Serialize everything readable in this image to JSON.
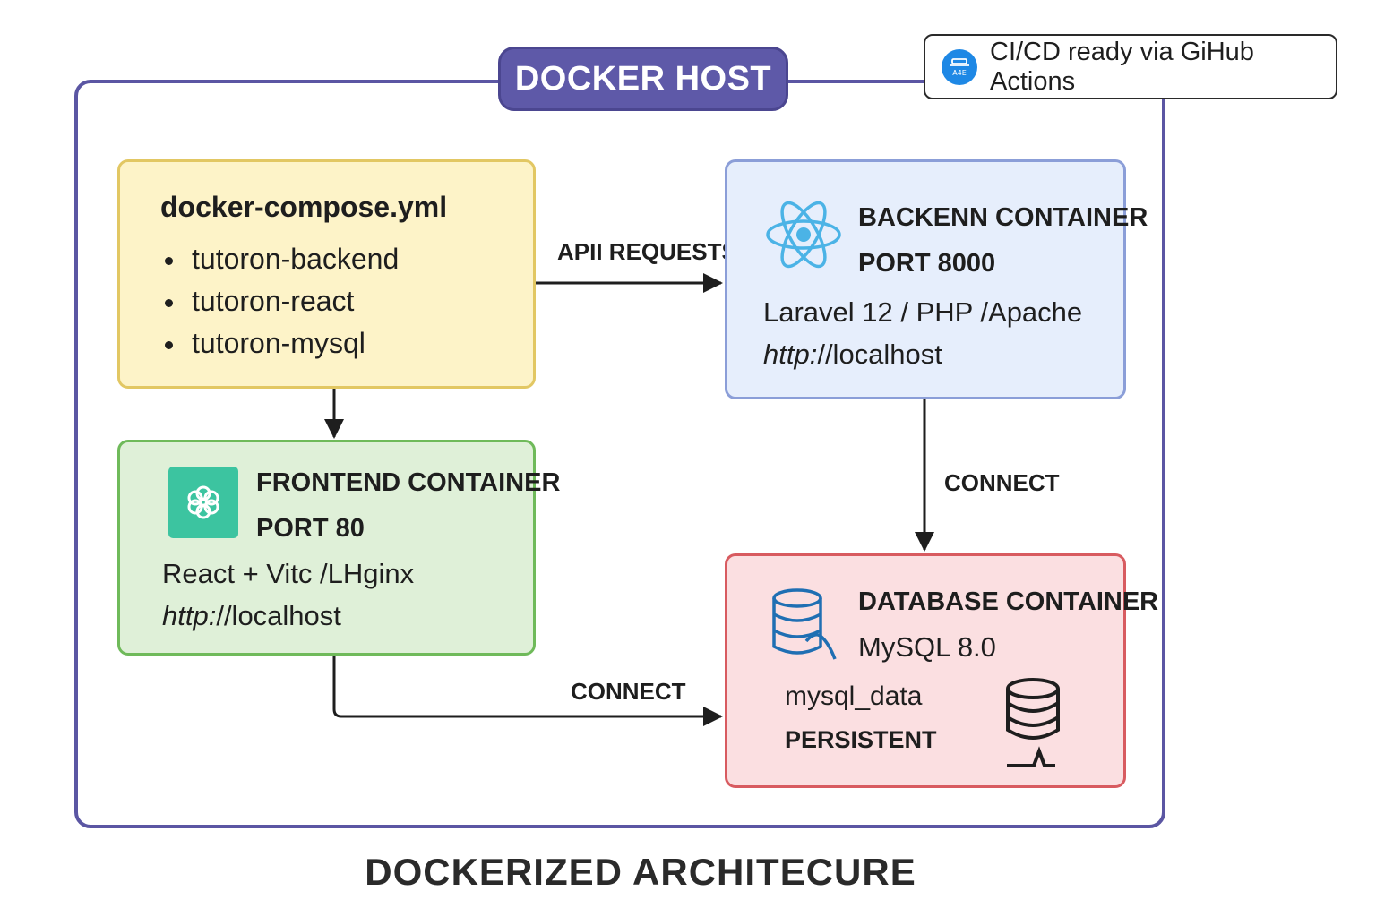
{
  "header": {
    "host_title": "DOCKER HOST",
    "cicd_text": "CI/CD ready via GiHub Actions",
    "cicd_icon_text": "A4E"
  },
  "compose": {
    "title": "docker-compose.yml",
    "services": [
      "tutoron-backend",
      "tutoron-react",
      "tutoron-mysql"
    ]
  },
  "backend": {
    "title": "BACKENN CONTAINER",
    "port": "PORT 8000",
    "stack": "Laravel 12 / PHP /Apache",
    "url_scheme": "http:",
    "url_rest": "//localhost",
    "icon": "react-atom-icon"
  },
  "frontend": {
    "title": "FRONTEND CONTAINER",
    "port": "PORT 80",
    "stack": "React + Vitc /LHginx",
    "url_scheme": "http:",
    "url_rest": "//localhost",
    "icon": "flower-icon"
  },
  "database": {
    "title": "DATABASE CONTAINER",
    "version": "MySQL 8.0",
    "volume": "mysql_data",
    "persistence": "PERSISTENT",
    "icon": "database-icon"
  },
  "edges": {
    "api_requests": "APII REQUESTS",
    "connect_backend_db": "CONNECT",
    "connect_frontend_db": "CONNECT"
  },
  "footer": {
    "title": "DOCKERIZED ARCHITECURE"
  },
  "colors": {
    "host_purple": "#5e59a8",
    "compose_fill": "#fdf3c8",
    "backend_fill": "#e6eefc",
    "frontend_fill": "#dff0d8",
    "database_fill": "#fbdfe1",
    "react_blue": "#4bb3e6",
    "flower_teal": "#3cc4a0",
    "db_icon_blue": "#1f6fb3"
  }
}
